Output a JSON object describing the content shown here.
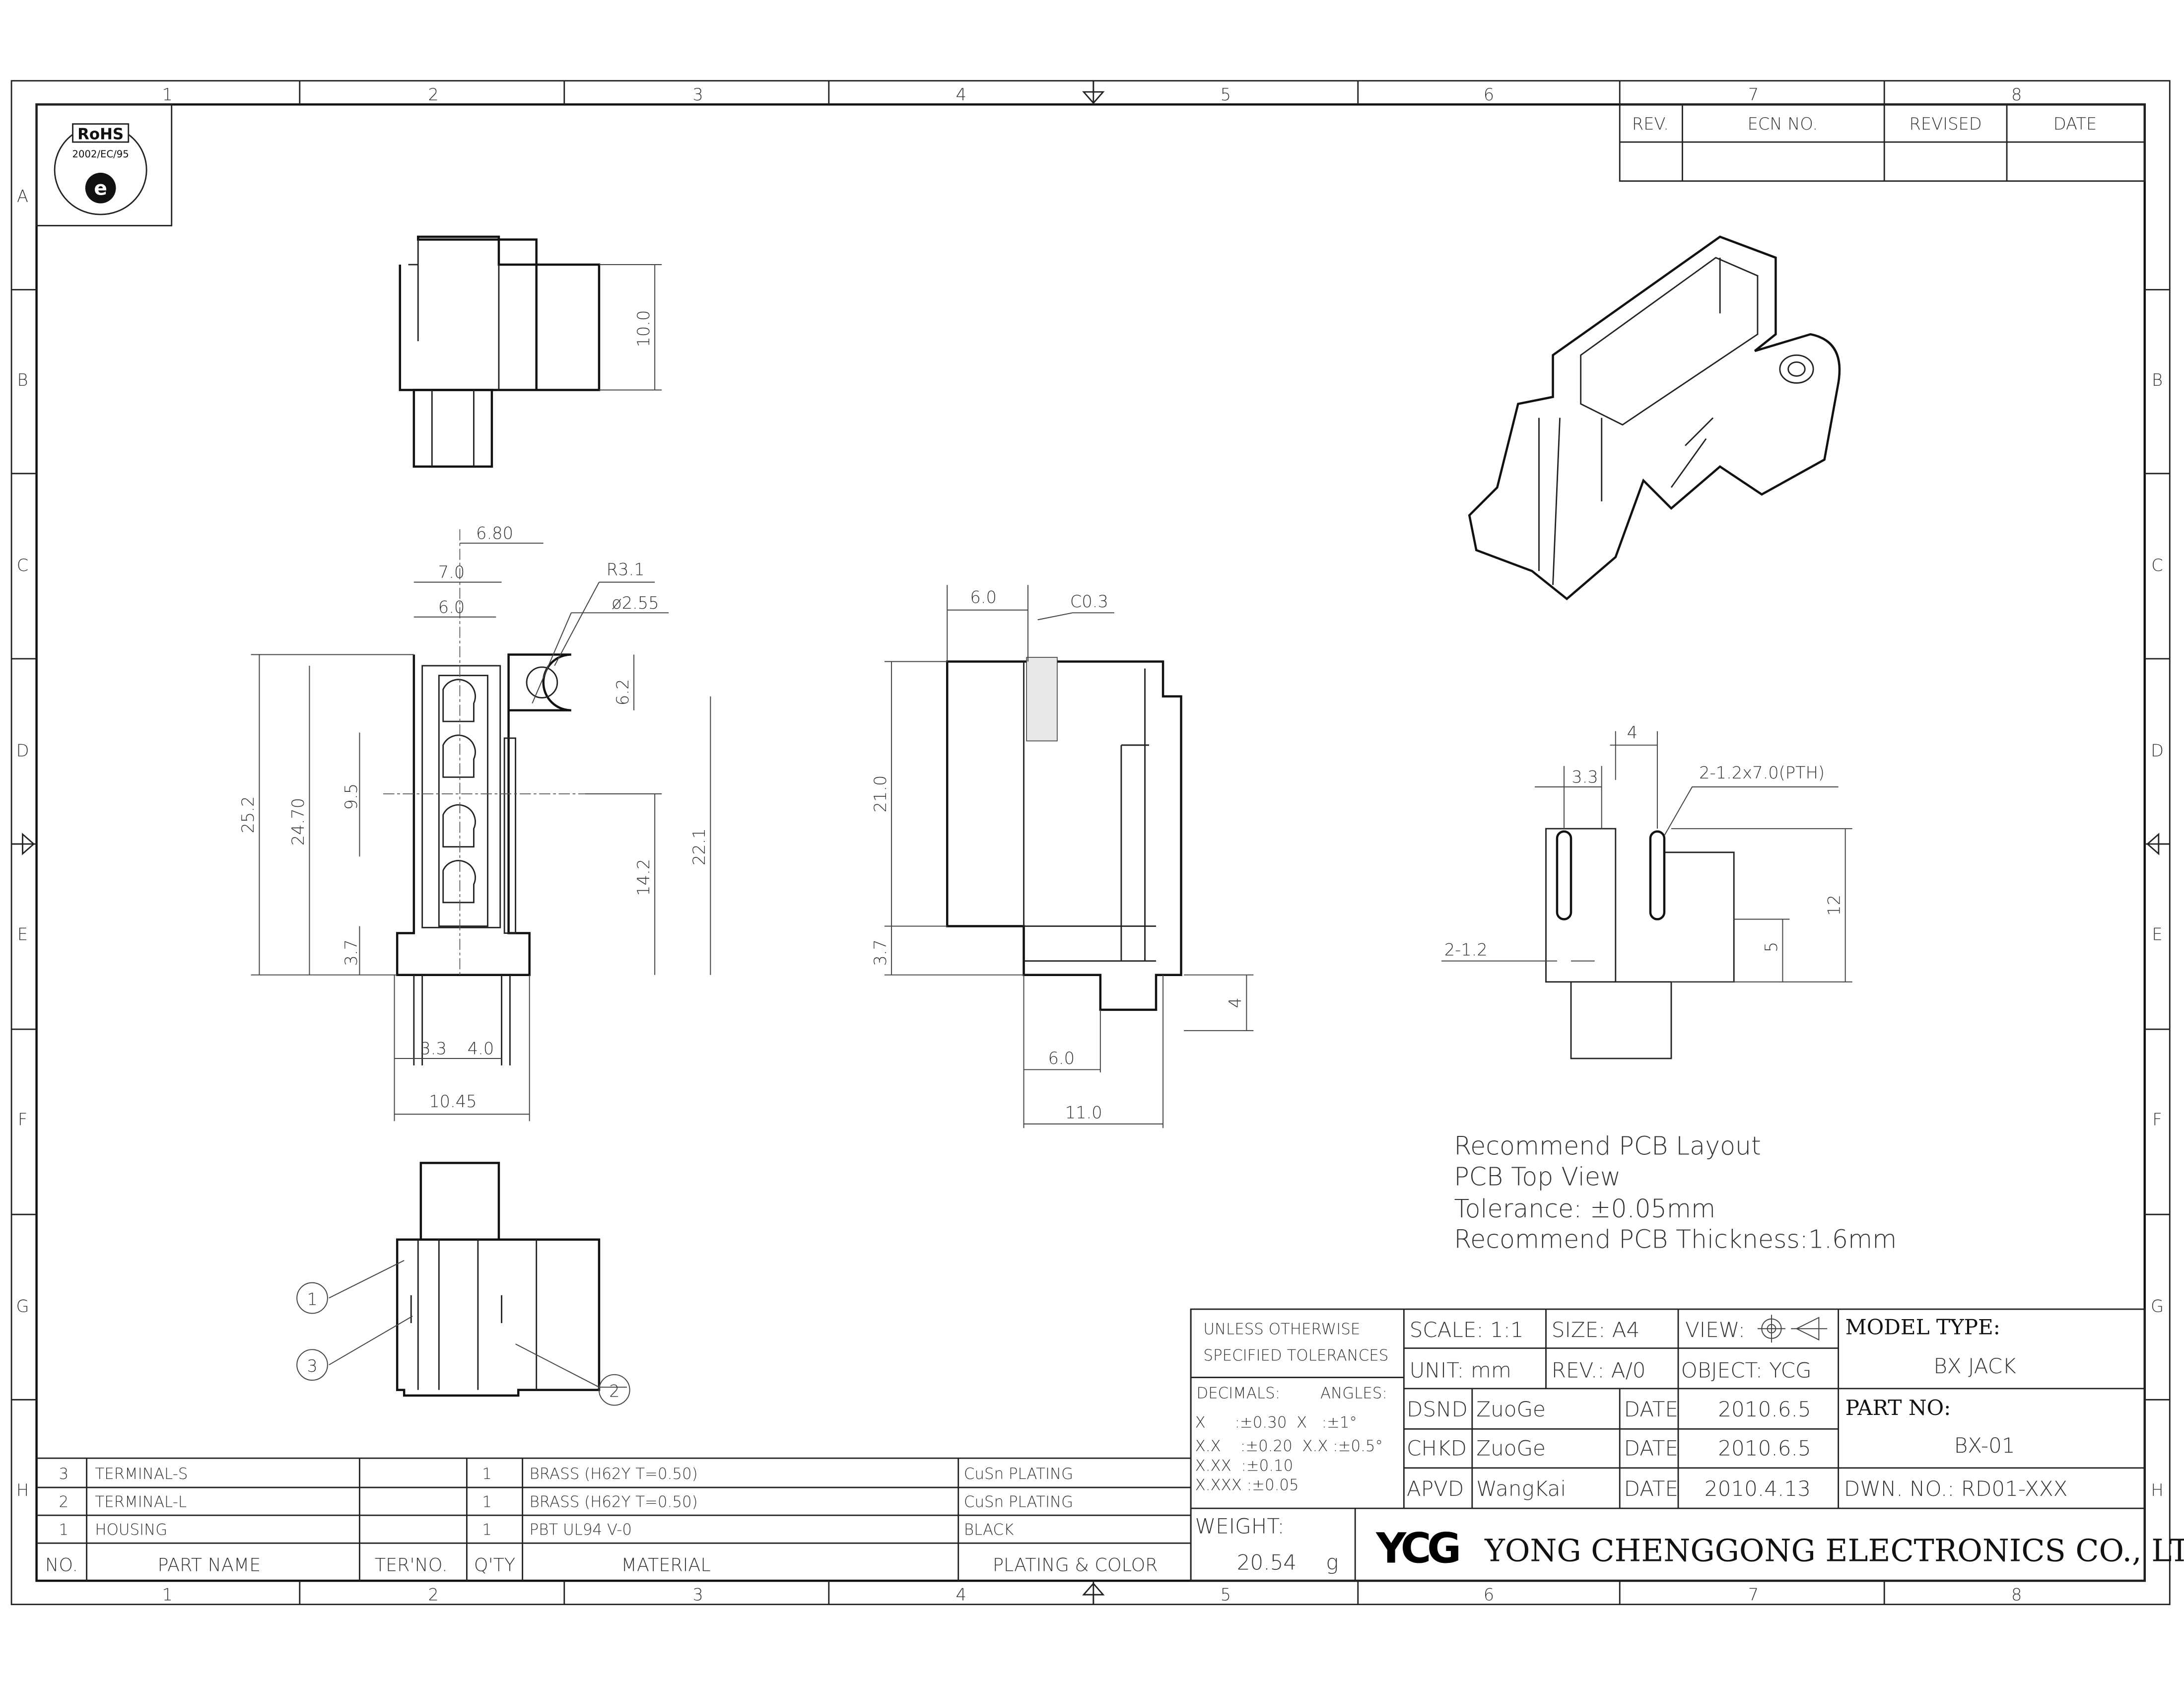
{
  "frame": {
    "columns": [
      "1",
      "2",
      "3",
      "4",
      "5",
      "6",
      "7",
      "8"
    ],
    "rows": [
      "A",
      "B",
      "C",
      "D",
      "E",
      "F",
      "G",
      "H"
    ]
  },
  "rohs": {
    "title": "RoHS",
    "code": "2002/EC/95"
  },
  "revision_table": {
    "headers": [
      "REV.",
      "ECN NO.",
      "REVISED",
      "DATE"
    ]
  },
  "dimensions": {
    "top_view": {
      "height": "10.0"
    },
    "front_view": {
      "d680": "6.80",
      "d70": "7.0",
      "d60": "6.0",
      "radius": "R3.1",
      "hole": "ø2.55",
      "d62": "6.2",
      "d252": "25.2",
      "d2470": "24.70",
      "d95": "9.5",
      "d142": "14.2",
      "d221": "22.1",
      "d37": "3.7",
      "d33": "3.3",
      "d40": "4.0",
      "d1045": "10.45"
    },
    "side_view": {
      "d60top": "6.0",
      "chamfer": "C0.3",
      "d210": "21.0",
      "d37": "3.7",
      "d4": "4",
      "d60bot": "6.0",
      "d110": "11.0"
    },
    "pcb": {
      "d4": "4",
      "d33": "3.3",
      "pth": "2-1.2x7.0(PTH)",
      "d12": "12",
      "d5": "5",
      "slot": "2-1.2"
    }
  },
  "balloons": [
    "1",
    "3",
    "2"
  ],
  "notes": [
    "Recommend PCB Layout",
    "PCB Top View",
    "Tolerance: ±0.05mm",
    "Recommend PCB Thickness:1.6mm"
  ],
  "bom": {
    "rows": [
      {
        "no": "3",
        "part_name": "TERMINAL-S",
        "ter_no": "",
        "qty": "1",
        "material": "BRASS (H62Y T=0.50)",
        "plating": "CuSn PLATING"
      },
      {
        "no": "2",
        "part_name": "TERMINAL-L",
        "ter_no": "",
        "qty": "1",
        "material": "BRASS (H62Y T=0.50)",
        "plating": "CuSn PLATING"
      },
      {
        "no": "1",
        "part_name": "HOUSING",
        "ter_no": "",
        "qty": "1",
        "material": "PBT UL94 V-0",
        "plating": "BLACK"
      }
    ],
    "headers": {
      "no": "NO.",
      "part_name": "PART NAME",
      "ter_no": "TER'NO.",
      "qty": "Q'TY",
      "material": "MATERIAL",
      "plating": "PLATING & COLOR"
    }
  },
  "title_block": {
    "tol_line1": "UNLESS OTHERWISE",
    "tol_line2": "SPECIFIED TOLERANCES",
    "decimals": "DECIMALS:",
    "angles": "ANGLES:",
    "tol_rows": [
      "X      :±0.30  X   :±1°",
      "X.X    :±0.20  X.X :±0.5°",
      "X.XX  :±0.10",
      "X.XXX :±0.05"
    ],
    "scale": "SCALE: 1:1",
    "size": "SIZE: A4",
    "view": "VIEW:",
    "unit": "UNIT: mm",
    "rev": "REV.: A/0",
    "object": "OBJECT: YCG",
    "model_label": "MODEL TYPE:",
    "model_value": "BX JACK",
    "part_label": "PART NO:",
    "part_value": "BX-01",
    "dwn": "DWN. NO.: RD01-XXX",
    "signoffs": [
      {
        "role": "DSND",
        "name": "ZuoGe",
        "date_label": "DATE",
        "date": "2010.6.5"
      },
      {
        "role": "CHKD",
        "name": "ZuoGe",
        "date_label": "DATE",
        "date": "2010.6.5"
      },
      {
        "role": "APVD",
        "name": "WangKai",
        "date_label": "DATE",
        "date": "2010.4.13"
      }
    ],
    "weight_label": "WEIGHT:",
    "weight_value": "20.54",
    "weight_unit": "g",
    "logo": "YCG",
    "company": "YONG CHENGGONG ELECTRONICS CO., LTD."
  }
}
